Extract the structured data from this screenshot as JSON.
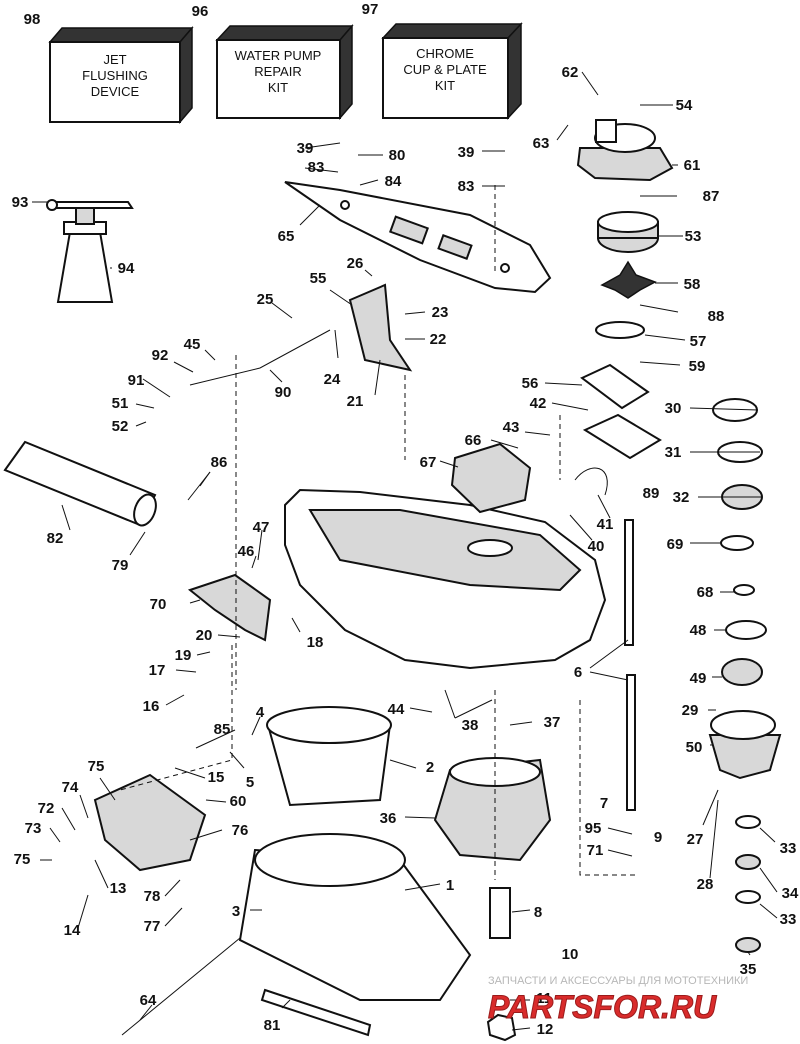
{
  "kits": [
    {
      "callout": "98",
      "lines": [
        "JET",
        "FLUSHING",
        "DEVICE"
      ]
    },
    {
      "callout": "96",
      "lines": [
        "WATER PUMP",
        "REPAIR",
        "KIT"
      ]
    },
    {
      "callout": "97",
      "lines": [
        "CHROME",
        "CUP & PLATE",
        "KIT"
      ]
    }
  ],
  "callouts": [
    "1",
    "2",
    "3",
    "4",
    "5",
    "6",
    "7",
    "8",
    "9",
    "10",
    "11",
    "12",
    "13",
    "14",
    "15",
    "16",
    "17",
    "18",
    "19",
    "20",
    "21",
    "22",
    "23",
    "24",
    "25",
    "26",
    "27",
    "28",
    "29",
    "30",
    "31",
    "32",
    "33",
    "33",
    "34",
    "35",
    "36",
    "37",
    "38",
    "39",
    "39",
    "40",
    "41",
    "42",
    "43",
    "44",
    "45",
    "46",
    "47",
    "48",
    "49",
    "50",
    "51",
    "52",
    "53",
    "54",
    "55",
    "56",
    "57",
    "58",
    "59",
    "60",
    "61",
    "62",
    "63",
    "64",
    "65",
    "66",
    "67",
    "68",
    "69",
    "70",
    "71",
    "72",
    "73",
    "74",
    "75",
    "75",
    "76",
    "77",
    "78",
    "79",
    "80",
    "81",
    "82",
    "83",
    "83",
    "84",
    "85",
    "86",
    "87",
    "88",
    "89",
    "90",
    "91",
    "92",
    "93",
    "94",
    "95"
  ],
  "watermark": {
    "text": "ЗАПЧАСТИ И АКСЕССУАРЫ ДЛЯ МОТОТЕХНИКИ",
    "logo": "PARTSFOR.RU"
  },
  "colors": {
    "ink": "#111111",
    "watermark_red": "#d92b2b",
    "paper": "#ffffff"
  }
}
